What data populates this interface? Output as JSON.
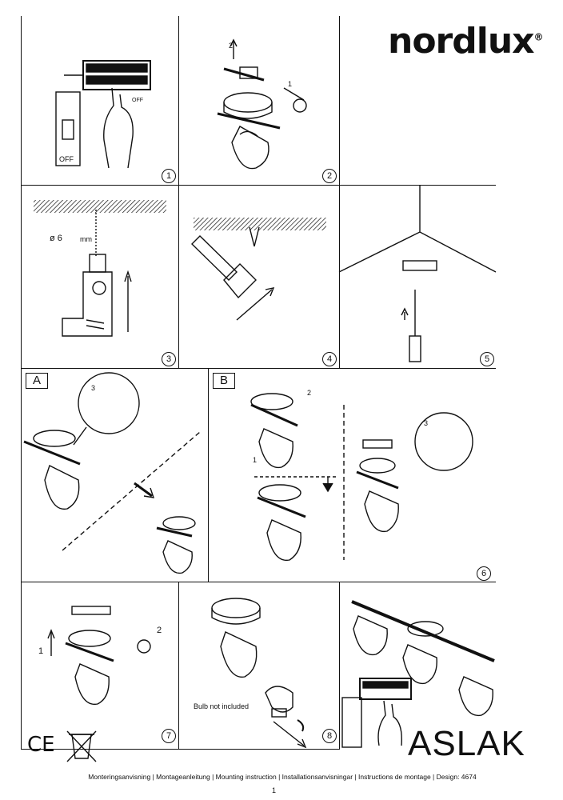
{
  "brand": {
    "logo": "nordlux",
    "registered": "®"
  },
  "product": {
    "name": "ASLAK"
  },
  "footer": {
    "text": "Monteringsanvisning | Montageanleitung | Mounting instruction | Installationsanvisningar | Instructions de montage | Design: 4674",
    "page": "1"
  },
  "steps": [
    "1",
    "2",
    "3",
    "4",
    "5",
    "6",
    "7",
    "8"
  ],
  "variants": {
    "a": "A",
    "b": "B"
  },
  "labels": {
    "off_switch": "OFF",
    "off_panel": "OFF",
    "drill_diameter": "ø 6",
    "drill_unit": "mm",
    "bulb_note": "Bulb not included",
    "marks": "CE"
  },
  "callouts": {
    "one": "1",
    "two": "2",
    "three": "3"
  }
}
